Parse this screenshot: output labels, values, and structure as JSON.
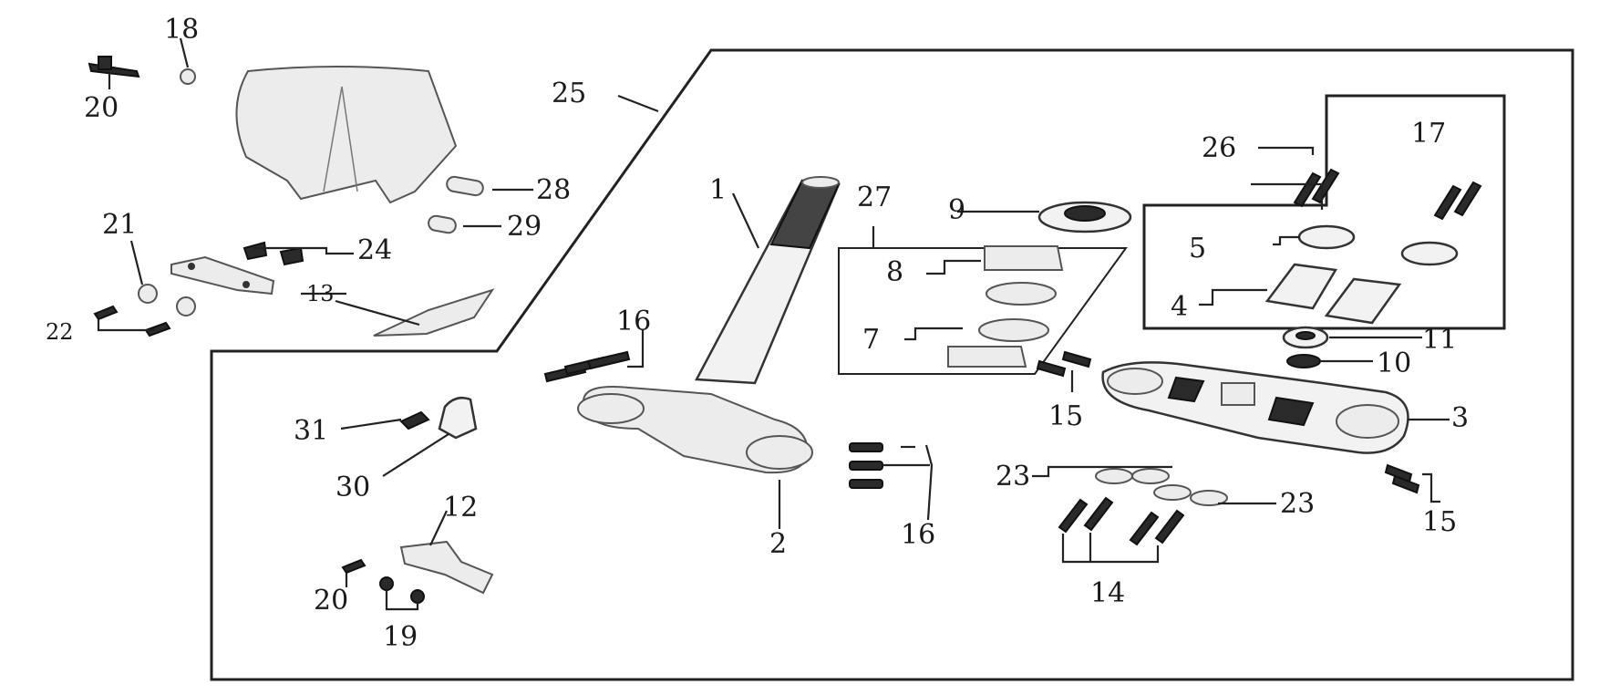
{
  "callouts": {
    "c1": "1",
    "c2": "2",
    "c3": "3",
    "c4": "4",
    "c5": "5",
    "c7": "7",
    "c8": "8",
    "c9": "9",
    "c10": "10",
    "c11": "11",
    "c12": "12",
    "c13": "13",
    "c14": "14",
    "c15a": "15",
    "c15b": "15",
    "c16a": "16",
    "c16b": "16",
    "c17": "17",
    "c18": "18",
    "c19": "19",
    "c20a": "20",
    "c20b": "20",
    "c21": "21",
    "c22": "22",
    "c23a": "23",
    "c23b": "23",
    "c24": "24",
    "c25": "25",
    "c26": "26",
    "c27": "27",
    "c28": "28",
    "c29": "29",
    "c30": "30",
    "c31": "31"
  }
}
